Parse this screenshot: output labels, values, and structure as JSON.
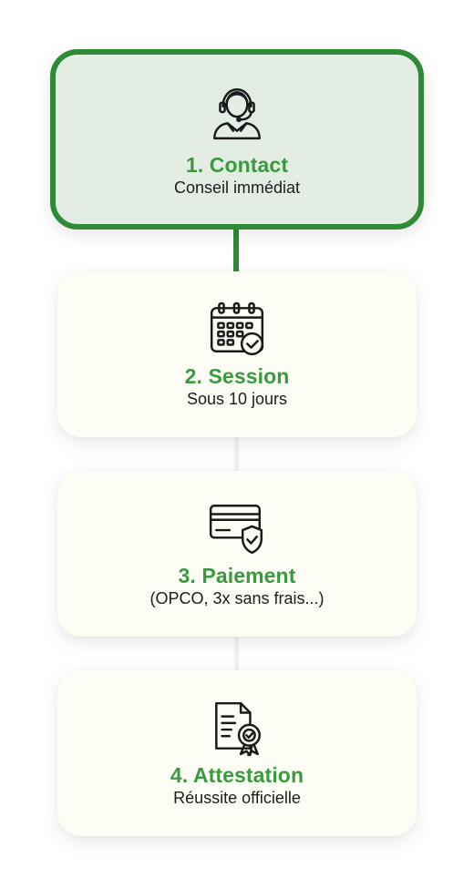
{
  "steps": [
    {
      "title": "1. Contact",
      "subtitle": "Conseil immédiat",
      "icon": "headset-agent-icon",
      "active": true
    },
    {
      "title": "2. Session",
      "subtitle": "Sous 10 jours",
      "icon": "calendar-check-icon",
      "active": false
    },
    {
      "title": "3. Paiement",
      "subtitle": "(OPCO, 3x sans frais...)",
      "icon": "credit-card-shield-icon",
      "active": false
    },
    {
      "title": "4. Attestation",
      "subtitle": "Réussite officielle",
      "icon": "certificate-icon",
      "active": false
    }
  ],
  "colors": {
    "accent": "#2f8a36",
    "title_green": "#3a9a3e",
    "active_bg": "#e3ede4",
    "card_bg": "#fdfdf5"
  }
}
